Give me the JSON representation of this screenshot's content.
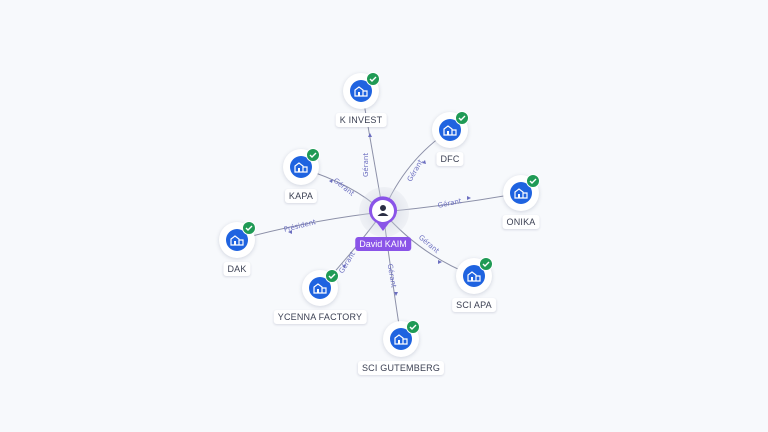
{
  "center": {
    "name": "David KAIM",
    "icon": "person-icon",
    "color": "#8a54e8"
  },
  "companies": [
    {
      "id": "k-invest",
      "name": "K INVEST",
      "relation": "Gérant",
      "icon": "building-icon",
      "verified": true
    },
    {
      "id": "dfc",
      "name": "DFC",
      "relation": "Gérant",
      "icon": "building-icon",
      "verified": true
    },
    {
      "id": "kapa",
      "name": "KAPA",
      "relation": "Gérant",
      "icon": "building-icon",
      "verified": true
    },
    {
      "id": "onika",
      "name": "ONIKA",
      "relation": "Gérant",
      "icon": "building-icon",
      "verified": true
    },
    {
      "id": "dak",
      "name": "DAK",
      "relation": "Président",
      "icon": "building-icon",
      "verified": true
    },
    {
      "id": "sci-apa",
      "name": "SCI APA",
      "relation": "Gérant",
      "icon": "building-icon",
      "verified": true
    },
    {
      "id": "ycenna-factory",
      "name": "YCENNA FACTORY",
      "relation": "Gérant",
      "icon": "building-icon",
      "verified": true
    },
    {
      "id": "sci-gutemberg",
      "name": "SCI GUTEMBERG",
      "relation": "Gérant",
      "icon": "building-icon",
      "verified": true
    }
  ],
  "colors": {
    "company_node": "#1f63e0",
    "verified_badge": "#1f9a55",
    "edge": "#8c90a8",
    "edge_label": "#6c6fc0",
    "background": "#f7f9fc"
  }
}
